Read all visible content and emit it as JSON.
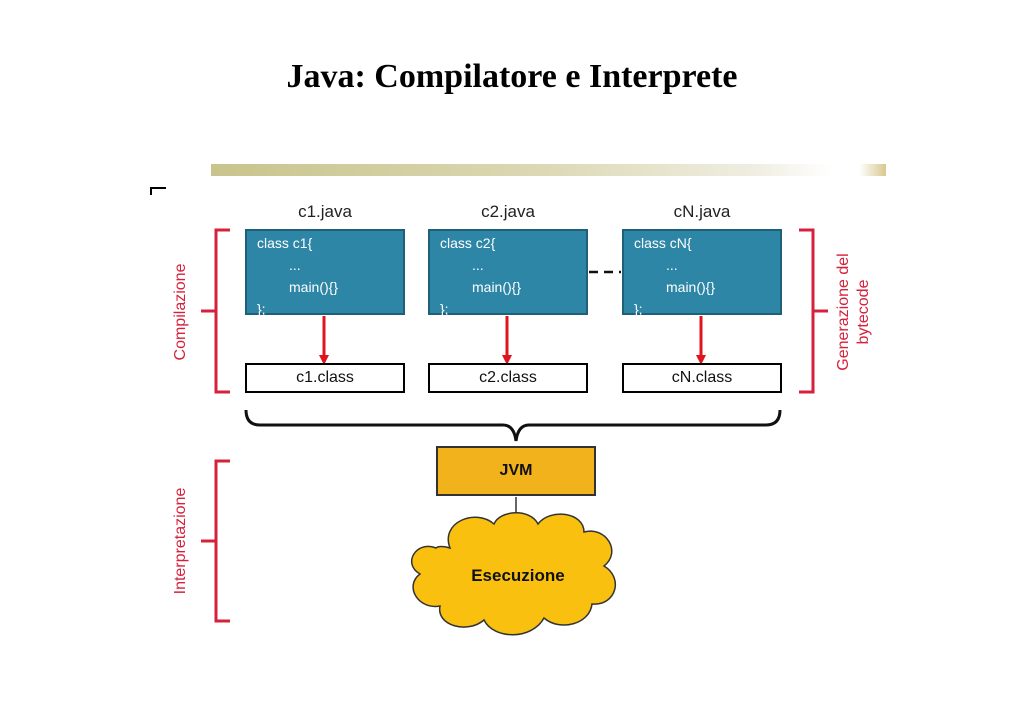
{
  "title": "Java: Compilatore e Interprete",
  "files": [
    {
      "filename": "c1.java",
      "code": [
        "class c1{",
        "...",
        "main(){}",
        "};"
      ],
      "class_file": "c1.class"
    },
    {
      "filename": "c2.java",
      "code": [
        "class c2{",
        "...",
        "main(){}",
        "};"
      ],
      "class_file": "c2.class"
    },
    {
      "filename": "cN.java",
      "code": [
        "class cN{",
        "...",
        "main(){}",
        "};"
      ],
      "class_file": "cN.class"
    }
  ],
  "left_labels": {
    "compile": "Compilazione",
    "interpret": "Interpretazione"
  },
  "right_label": {
    "line1": "Generazione del",
    "line2": "bytecode"
  },
  "jvm": "JVM",
  "execution": "Esecuzione",
  "colors": {
    "source_box": "#2e86a6",
    "arrow": "#e0141e",
    "bracket": "#d6203c",
    "jvm": "#f2b21c",
    "cloud": "#f9c00f"
  }
}
